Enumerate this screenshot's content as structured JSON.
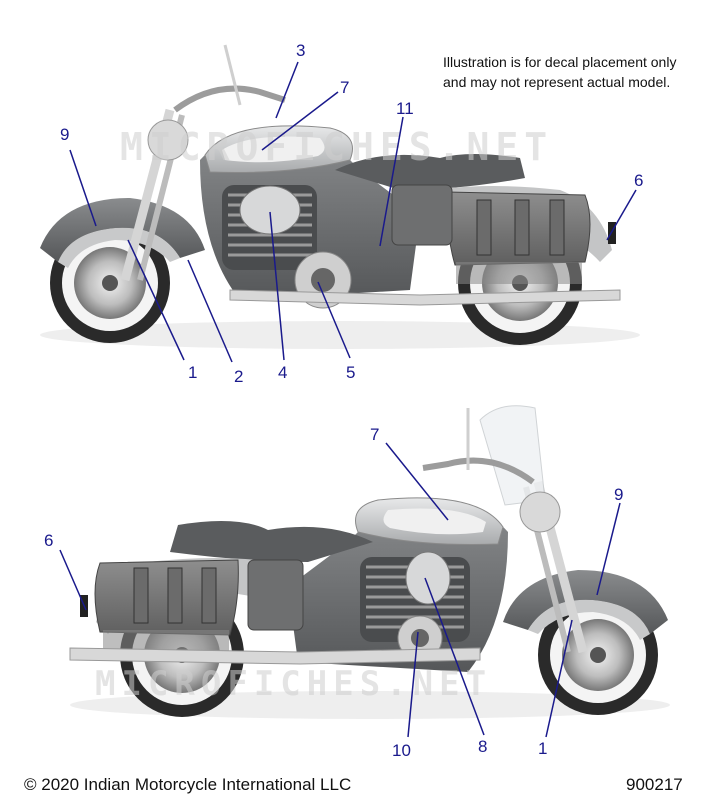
{
  "note": {
    "line1": "Illustration is for decal placement only",
    "line2": "and may not represent actual model."
  },
  "watermark": "MICROFICHES.NET",
  "colors": {
    "callout": "#1a1a8c",
    "body_dark": "#6e7072",
    "body_light": "#c9cbcc",
    "chrome": "#d8d8d8",
    "tire": "#222222"
  },
  "callouts_top": [
    "3",
    "7",
    "11",
    "9",
    "6",
    "1",
    "2",
    "4",
    "5"
  ],
  "callouts_bottom": [
    "7",
    "9",
    "6",
    "10",
    "8",
    "1"
  ],
  "footer": {
    "copyright": "© 2020 Indian Motorcycle International LLC",
    "code": "900217"
  }
}
